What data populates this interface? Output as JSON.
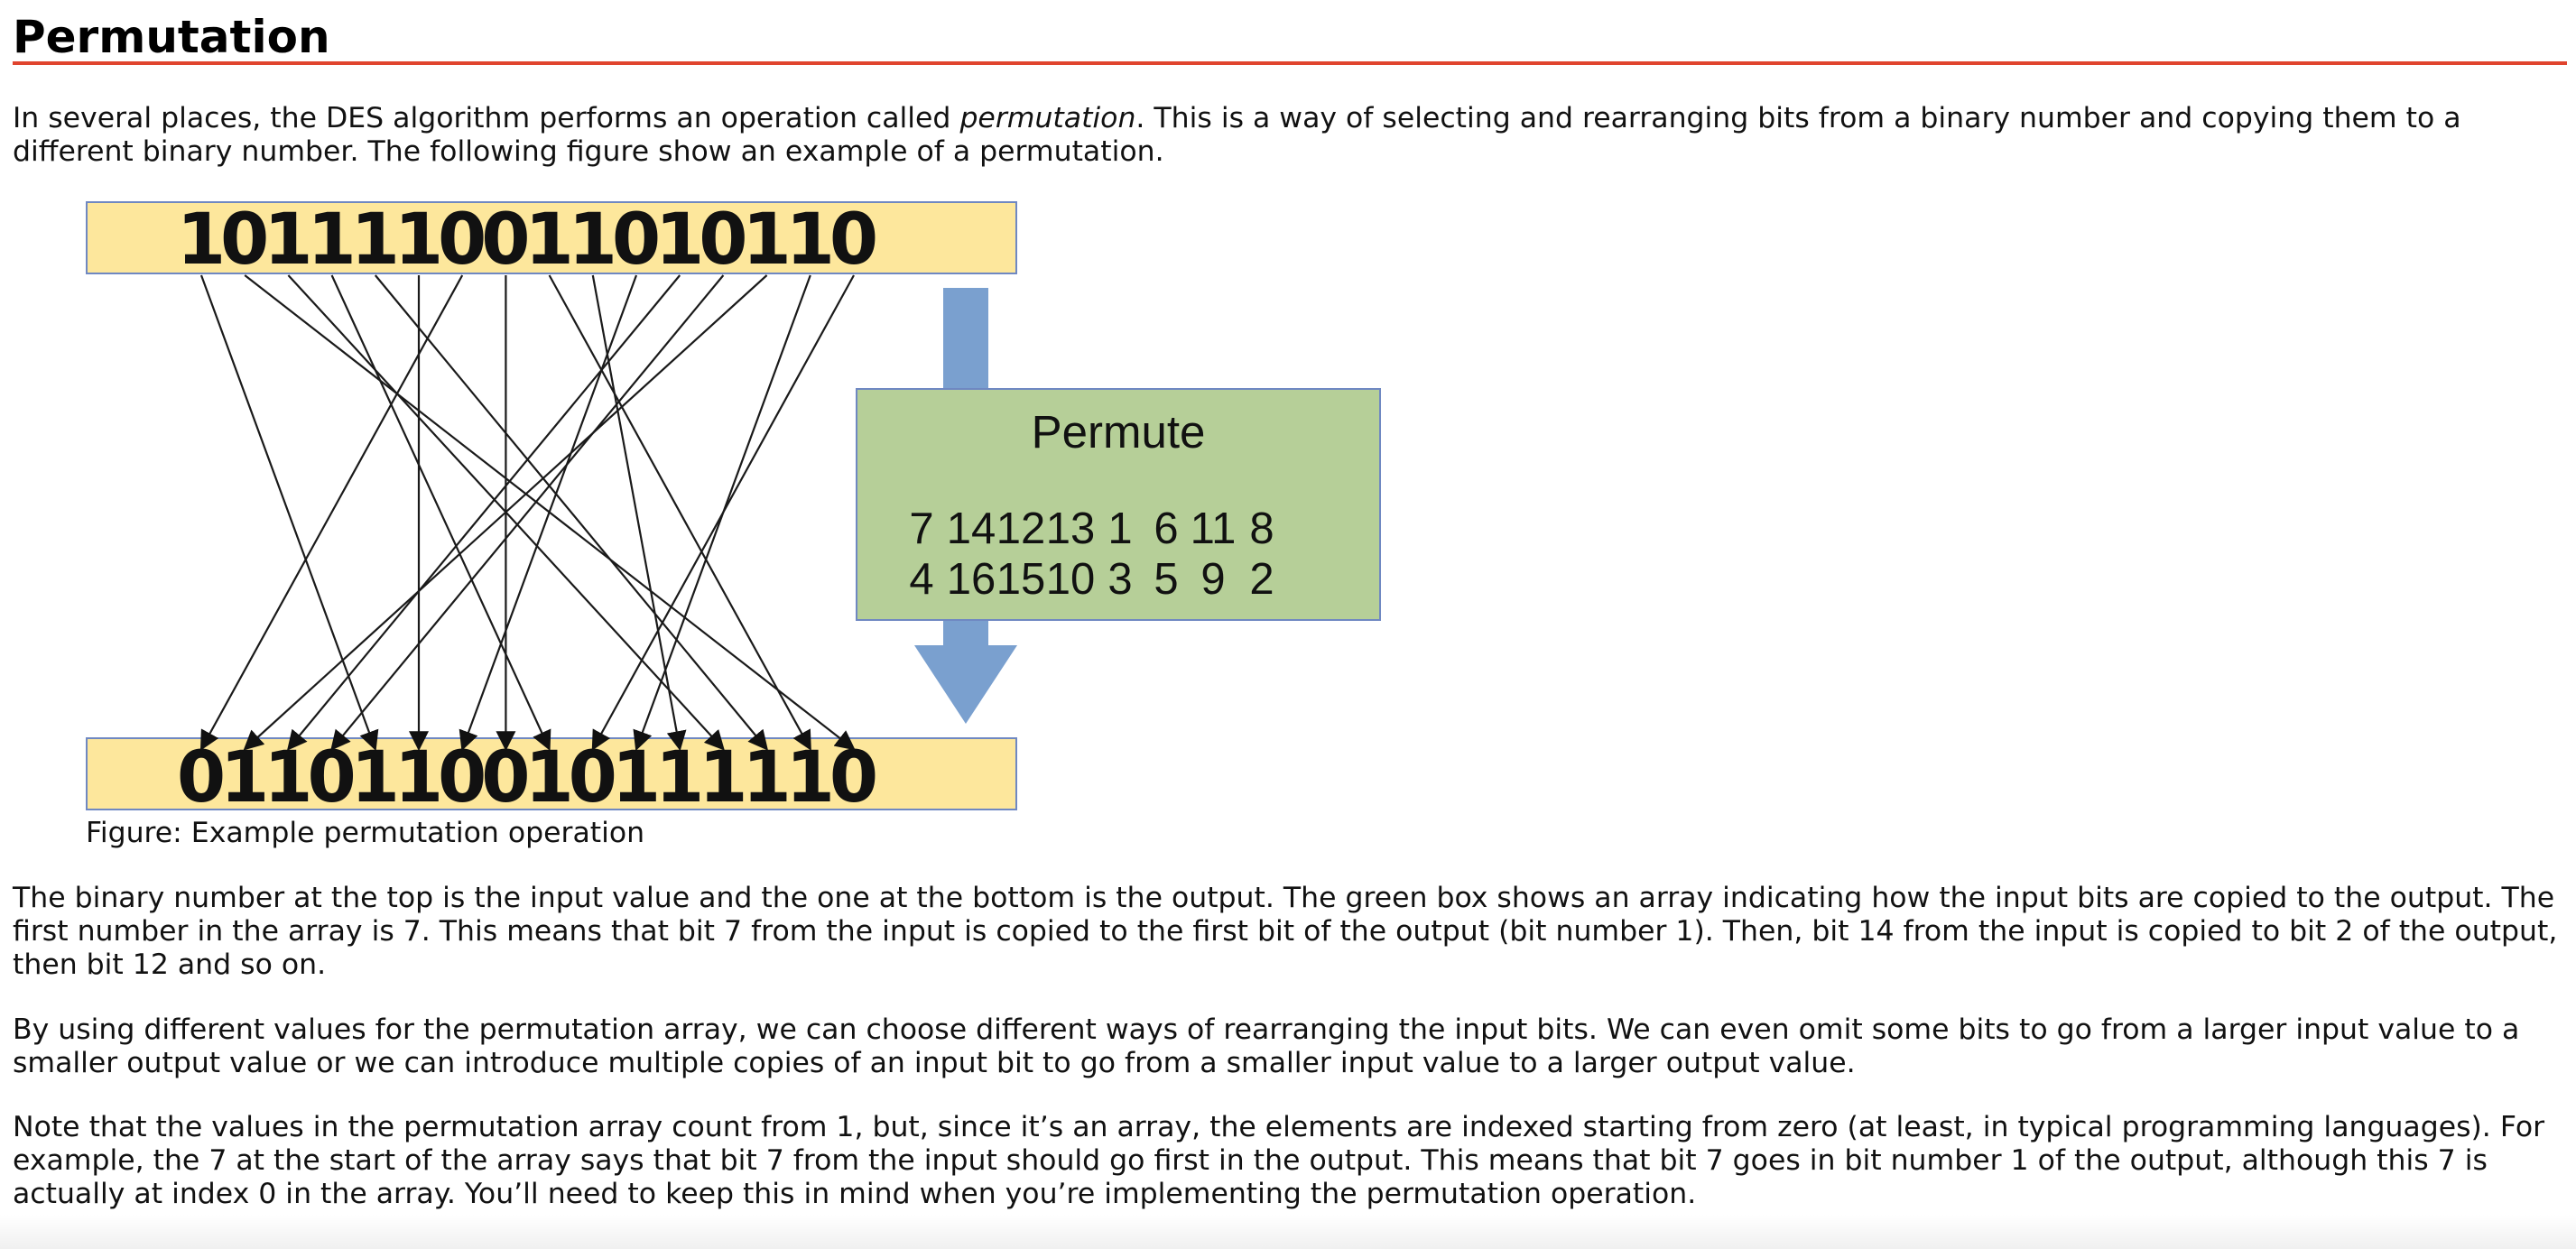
{
  "heading": "Permutation",
  "intro": {
    "before": "In several places, the DES algorithm performs an operation called ",
    "emphasis": "permutation",
    "after": ". This is a way of selecting and rearranging bits from a binary number and copying them to a different binary number. The following figure show an example of a permutation."
  },
  "figure": {
    "input_bits": "1011110011010110",
    "output_bits": "0110110010111110",
    "box_title": "Permute",
    "permutation_table": [
      7,
      14,
      12,
      13,
      1,
      6,
      11,
      8,
      4,
      16,
      15,
      10,
      3,
      5,
      9,
      2
    ],
    "caption": "Figure: Example permutation operation",
    "colors": {
      "bit_box_fill": "#fde79c",
      "bit_box_border": "#6f88c2",
      "permute_box_fill": "#b6cf98",
      "arrow_fill": "#7aa0cf"
    }
  },
  "paragraphs": [
    "The binary number at the top is the input value and the one at the bottom is the output. The green box shows an array indicating how the input bits are copied to the output. The first number in the array is 7. This means that bit 7 from the input is copied to the first bit of the output (bit number 1). Then, bit 14 from the input is copied to bit 2 of the output, then bit 12 and so on.",
    "By using different values for the permutation array, we can choose different ways of rearranging the input bits. We can even omit some bits to go from a larger input value to a smaller output value or we can introduce multiple copies of an input bit to go from a smaller input value to a larger output value.",
    "Note that the values in the permutation array count from 1, but, since it’s an array, the elements are indexed starting from zero (at least, in typical programming languages). For example, the 7 at the start of the array says that bit 7 from the input should go first in the output. This means that bit 7 goes in bit number 1 of the output, although this 7 is actually at index 0 in the array. You’ll need to keep this in mind when you’re implementing the permutation operation."
  ]
}
